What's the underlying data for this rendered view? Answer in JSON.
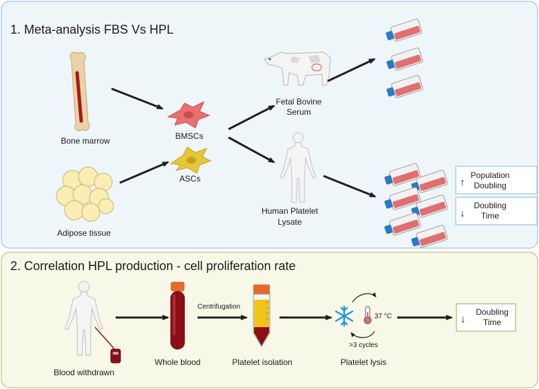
{
  "panel1": {
    "title": "1. Meta-analysis FBS Vs HPL",
    "labels": {
      "bone_marrow": "Bone marrow",
      "adipose_tissue": "Adipose tissue",
      "bmscs": "BMSCs",
      "ascs": "ASCs",
      "fbs_line1": "Fetal Bovine",
      "fbs_line2": "Serum",
      "hpl_line1": "Human Platelet",
      "hpl_line2": "Lysate"
    },
    "result_boxes": [
      {
        "arrow": "↑",
        "line1": "Population",
        "line2": "Doubling"
      },
      {
        "arrow": "↓",
        "line1": "Doubling",
        "line2": "Time"
      }
    ]
  },
  "panel2": {
    "title": "2. Correlation HPL production - cell proliferation rate",
    "labels": {
      "blood_withdrawn": "Blood withdrawn",
      "whole_blood": "Whole blood",
      "centrifugation": "Centrifugation",
      "platelet_isolation": "Platelet isolation",
      "platelet_lysis": "Platelet lysis",
      "temperature": "37 °C",
      "cycles": ">3 cycles"
    },
    "result_box": {
      "arrow": "↓",
      "line1": "Doubling",
      "line2": "Time"
    }
  },
  "colors": {
    "panel1_bg": "#eef6fa",
    "panel1_border": "#a9d1e2",
    "panel2_bg": "#f7f8e8",
    "panel2_border": "#c8cf93",
    "result_box_border": "#a9d1e2",
    "result_box2_border": "#b9c886",
    "arrow": "#1f1f1f",
    "flask_media": "#e06f6f",
    "flask_cap": "#2d79c7",
    "bmsc": "#ea6f6f",
    "asc": "#e7c739",
    "blood": "#8c0f16",
    "tube_cap": "#e56b2b",
    "snowflake": "#1e9be0"
  },
  "icons": [
    "bone-icon",
    "adipose-tissue-icon",
    "bmsc-cell-icon",
    "asc-cell-icon",
    "cow-icon",
    "human-icon",
    "culture-flask-icon",
    "blood-bag-icon",
    "blood-tube-icon",
    "centrifuge-tube-icon",
    "snowflake-icon",
    "thermometer-icon"
  ]
}
